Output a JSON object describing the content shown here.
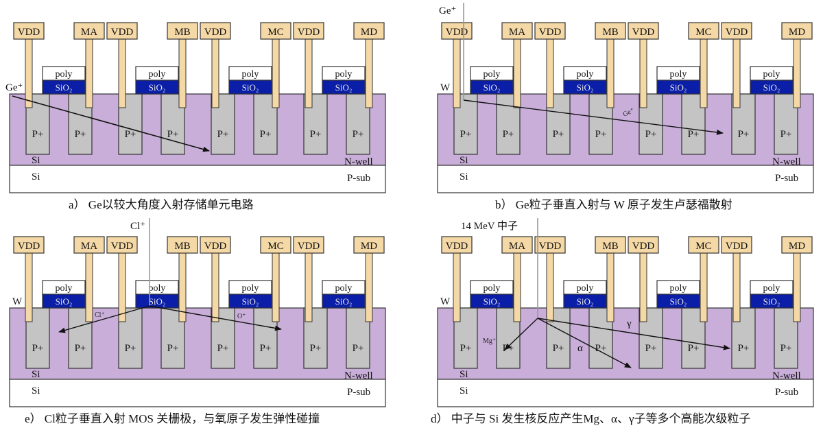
{
  "pins": [
    "VDD",
    "MA",
    "VDD",
    "MB",
    "VDD",
    "MC",
    "VDD",
    "MD"
  ],
  "gate_labels": {
    "poly": "poly",
    "oxide": "SiO₂"
  },
  "region_labels": {
    "p_plus": "P+",
    "si": "Si",
    "n_well": "N-well",
    "p_sub": "P-sub"
  },
  "colors": {
    "n_well": "#c9aed9",
    "p_plus": "#c4c4c4",
    "pin": "#f4d8a6",
    "sio2": "#0a1ea8",
    "poly": "#ffffff"
  },
  "panels": [
    {
      "id": "a",
      "caption": "a）  Ge以较大角度入射存储单元电路",
      "ion_label": "Ge⁺",
      "w_label": "",
      "track_labels": []
    },
    {
      "id": "b",
      "caption": "b）  Ge粒子垂直入射与 W 原子发生卢瑟福散射",
      "ion_label": "Ge⁺",
      "w_label": "W",
      "track_labels": [
        "Ge⁺"
      ]
    },
    {
      "id": "c",
      "caption": "e）  Cl粒子垂直入射 MOS 关栅极，与氧原子发生弹性碰撞",
      "ion_label": "Cl⁺",
      "w_label": "W",
      "track_labels": [
        "Cl⁺",
        "O⁺"
      ]
    },
    {
      "id": "d",
      "caption": "d）  中子与 Si 发生核反应产生Mg、α、γ子等多个高能次级粒子",
      "ion_label": "14 MeV 中子",
      "w_label": "W",
      "track_labels": [
        "Mg⁺",
        "α",
        "γ"
      ]
    }
  ]
}
